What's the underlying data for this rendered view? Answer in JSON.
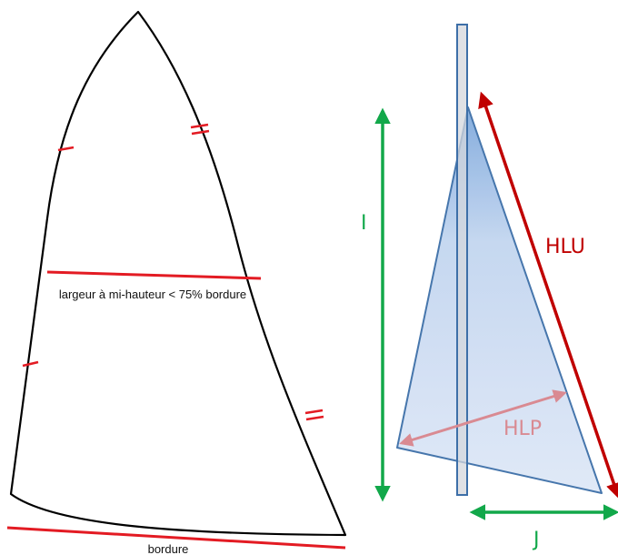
{
  "left_sail": {
    "width_label": "largeur à mi-hauteur < 75% bordure",
    "foot_label": "bordure"
  },
  "right_sail": {
    "i_label": "I",
    "j_label": "J",
    "hlu_label": "HLU",
    "hlp_label": "HLP"
  },
  "colors": {
    "outline": "#000000",
    "measure_red": "#e31b23",
    "rig_green": "#12a84a",
    "hlu_red": "#c00000",
    "hlp_pink": "#d98a92",
    "mast_fill": "#d4d7dc",
    "mast_stroke": "#3d6fa8",
    "sail_fill": "#c9daf2",
    "sail_stroke": "#3d6fa8"
  }
}
